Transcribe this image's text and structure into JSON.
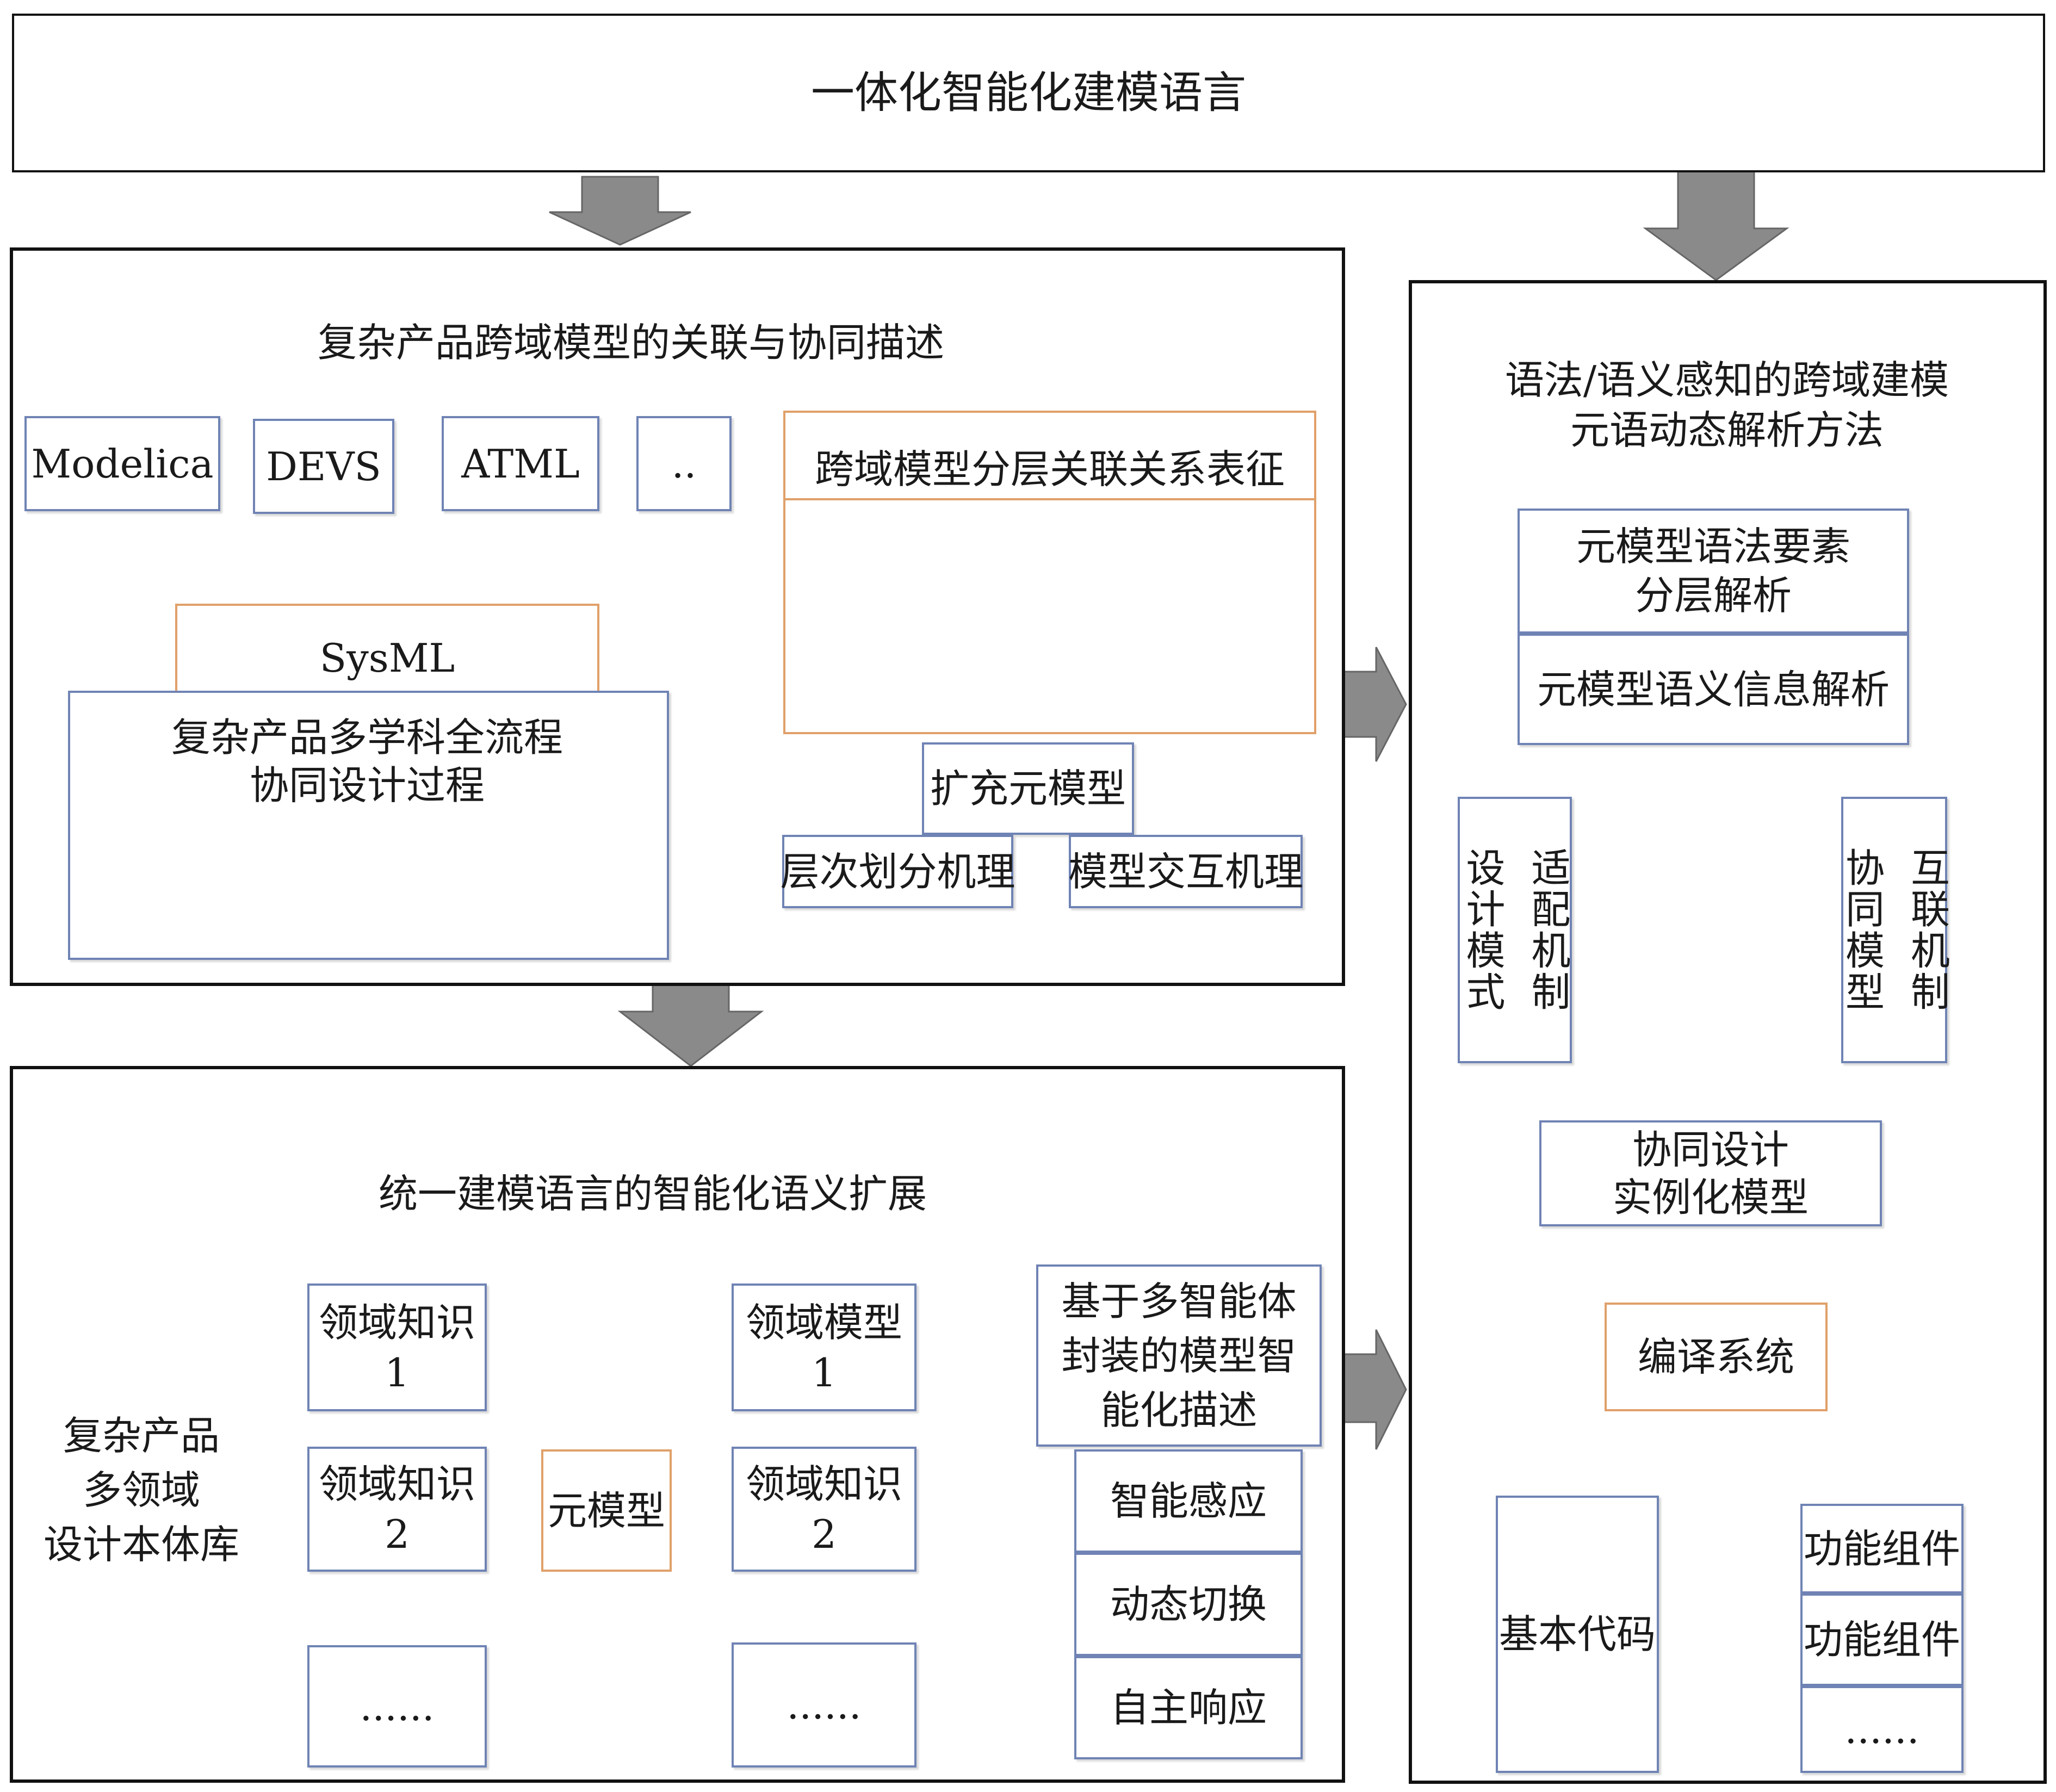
{
  "top_title": "一体化智能化建模语言",
  "panel_top_left": {
    "title": "复杂产品跨域模型的关联与协同描述",
    "languages": [
      "Modelica",
      "DEVS",
      "ATML",
      ".."
    ],
    "sysml": "SysML",
    "process_title": "复杂产品多学科全流程\n协同设计过程",
    "hierarchy_title": "跨域模型分层关联关系表征",
    "extend_meta": "扩充元模型",
    "mechanism_left": "层次划分机理",
    "mechanism_right": "模型交互机理"
  },
  "panel_bottom_left": {
    "title": "统一建模语言的智能化语义扩展",
    "ontology_db": "复杂产品\n多领域\n设计本体库",
    "knowledge_items": [
      "领域知识1",
      "领域知识2",
      "......"
    ],
    "metamodel": "元模型",
    "model_items": [
      "领域模型1",
      "领域知识2",
      "......"
    ],
    "agent_title": "基于多智能体\n封装的模型智\n能化描述",
    "agent_items": [
      "智能感应",
      "动态切换",
      "自主响应"
    ]
  },
  "panel_right": {
    "title": "语法/语义感知的跨域建模\n元语动态解析方法",
    "syntax_parse": "元模型语法要素\n分层解析",
    "semantic_parse": "元模型语义信息解析",
    "adapt_left": [
      "适配机制",
      "设计模式"
    ],
    "adapt_right": [
      "互联机制",
      "协同模型"
    ],
    "collab_instance": "协同设计\n实例化模型",
    "compiler": "编译系统",
    "basic_code": "基本代码",
    "components": [
      "功能组件",
      "功能组件",
      "......"
    ]
  },
  "colors": {
    "border": "#111111",
    "blue_border": "#6f83b4",
    "orange_border": "#e0a06a",
    "red_arrow": "#e02020",
    "blue_arrow": "#4a6fb6",
    "grey_arrow": "#8a8a8a"
  }
}
